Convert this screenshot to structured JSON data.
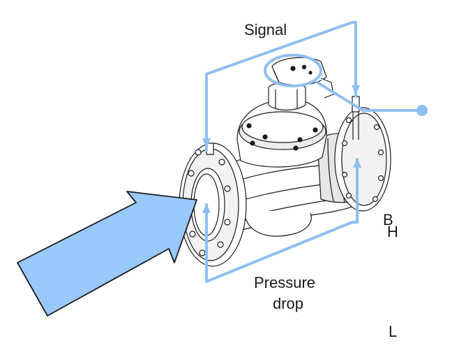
{
  "labels": {
    "signal": "Signal",
    "pressure_drop_line1": "Pressure",
    "pressure_drop_line2": "drop",
    "letter_b": "B",
    "letter_h": "H",
    "letter_l": "L"
  },
  "colors": {
    "accent_blue": "#99c8fb",
    "line_blue": "#8fbff0",
    "outline": "#1a1a1a",
    "body_fill": "#ffffff",
    "shade": "#d9d9d9"
  },
  "icons": {
    "flow_arrow": "flow-direction-arrow-icon",
    "connector": "signal-connector-dot-icon"
  }
}
